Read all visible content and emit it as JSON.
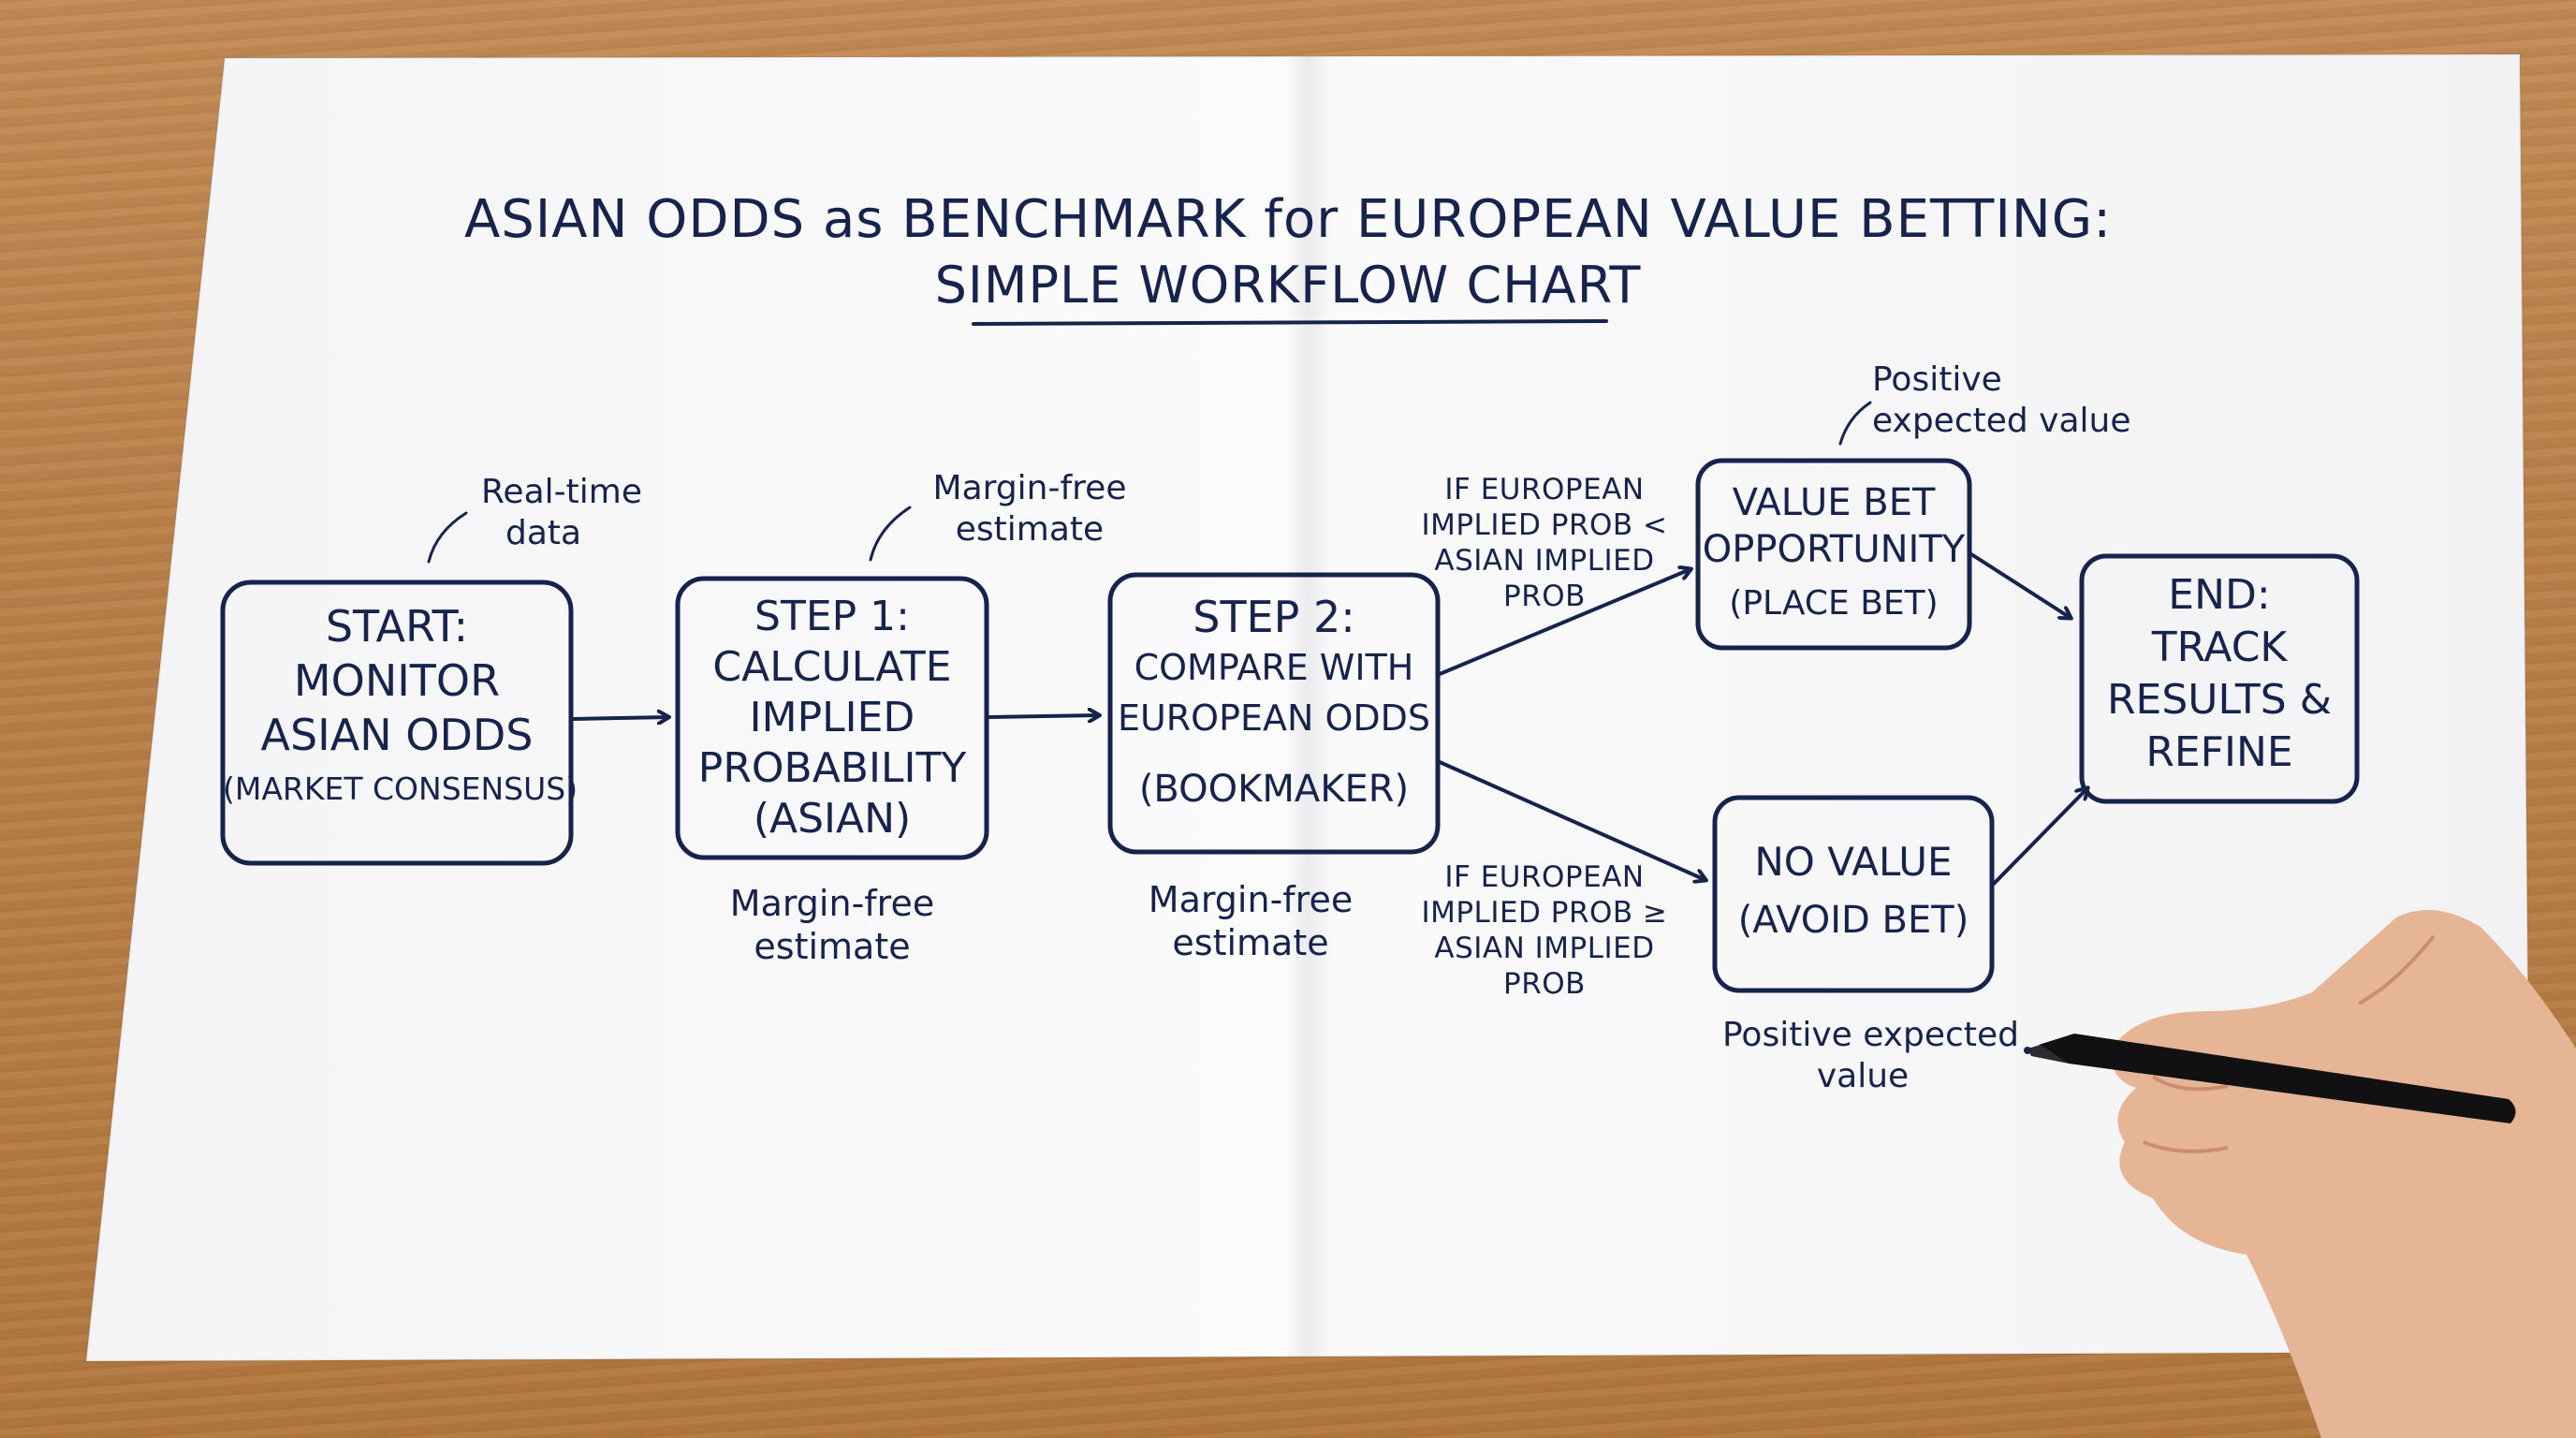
{
  "title": {
    "line1": "ASIAN ODDS as BENCHMARK for EUROPEAN VALUE BETTING:",
    "line2": "SIMPLE WORKFLOW CHART"
  },
  "nodes": {
    "start": {
      "heading": "START:",
      "line1": "MONITOR",
      "line2": "ASIAN ODDS",
      "sub": "(MARKET CONSENSUS)"
    },
    "step1": {
      "heading": "STEP 1:",
      "line1": "CALCULATE",
      "line2": "IMPLIED",
      "line3": "PROBABILITY",
      "sub": "(ASIAN)"
    },
    "step2": {
      "heading": "STEP 2:",
      "line1": "COMPARE WITH",
      "line2": "EUROPEAN ODDS",
      "sub": "(BOOKMAKER)"
    },
    "value_bet": {
      "line1": "VALUE BET",
      "line2": "OPPORTUNITY",
      "sub": "(PLACE BET)"
    },
    "no_value": {
      "line1": "NO VALUE",
      "sub": "(AVOID BET)"
    },
    "end": {
      "heading": "END:",
      "line1": "TRACK",
      "line2": "RESULTS &",
      "line3": "REFINE"
    }
  },
  "conditions": {
    "upper": [
      "IF EUROPEAN",
      "IMPLIED PROB <",
      "ASIAN IMPLIED",
      "PROB"
    ],
    "lower": [
      "IF EUROPEAN",
      "IMPLIED PROB ≥",
      "ASIAN IMPLIED",
      "PROB"
    ]
  },
  "annotations": {
    "start_top": [
      "Real-time",
      "data"
    ],
    "step1_top": [
      "Margin-free",
      "estimate"
    ],
    "step1_bottom": [
      "Margin-free",
      "estimate"
    ],
    "step2_bottom": [
      "Margin-free",
      "estimate"
    ],
    "value_top": [
      "Positive",
      "expected value"
    ],
    "novalue_bottom": [
      "Positive expected",
      "value"
    ]
  },
  "colors": {
    "ink": "#16244d",
    "paper": "#fbfbfc",
    "table": "#b87f4a"
  },
  "icons": {
    "pen": "pen-icon",
    "hand": "hand-icon"
  }
}
